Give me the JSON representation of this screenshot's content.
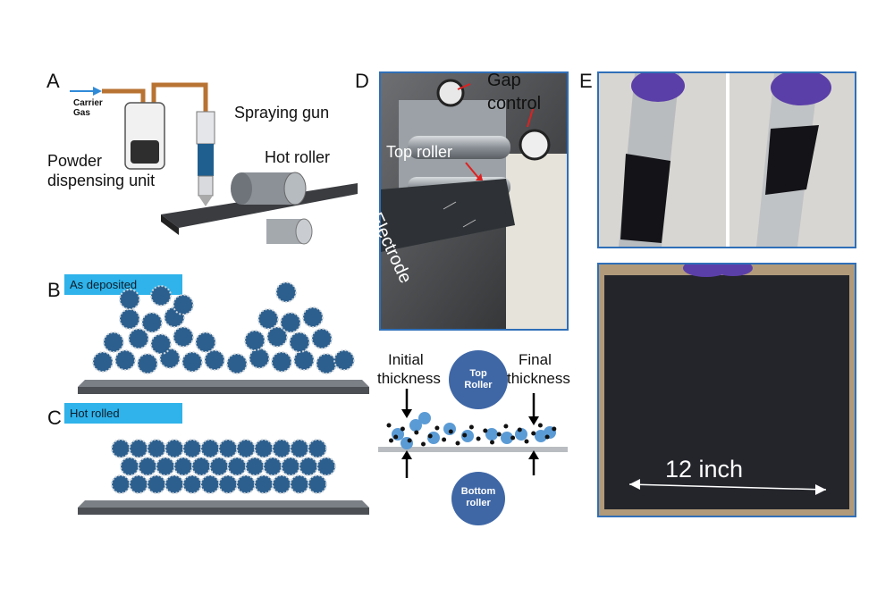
{
  "panels": {
    "a": {
      "letter": "A",
      "carrier_gas": "Carrier\nGas",
      "spraying_gun": "Spraying gun",
      "hot_roller": "Hot roller",
      "powder_line1": "Powder",
      "powder_line2": "dispensing unit"
    },
    "b": {
      "letter": "B",
      "banner": "As deposited"
    },
    "c": {
      "letter": "C",
      "banner": "Hot rolled"
    },
    "d": {
      "letter": "D",
      "gap_line1": "Gap",
      "gap_line2": "control",
      "top_roller": "Top roller",
      "electrode": "Electrode",
      "initial_line1": "Initial",
      "initial_line2": "thickness",
      "final_line1": "Final",
      "final_line2": "thickness",
      "top_roller_circle_line1": "Top",
      "top_roller_circle_line2": "Roller",
      "bottom_roller_line1": "Bottom",
      "bottom_roller_line2": "roller"
    },
    "e": {
      "letter": "E",
      "width_label": "12 inch"
    }
  },
  "colors": {
    "frame": "#2f6fb8",
    "banner": "#2fb3ea",
    "particle": "#2c5f8e",
    "roller_circle": "#3f67a6",
    "arrow_red": "#e02020"
  }
}
